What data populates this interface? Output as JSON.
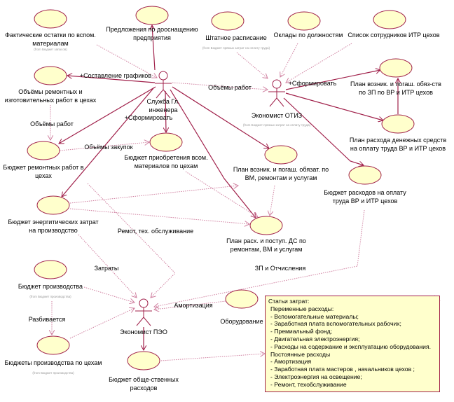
{
  "use_cases": {
    "fact_ostatki": {
      "line1": "Фактические остатки по вспом.",
      "line2": "материалам",
      "from": "(from Бюджет запасов)"
    },
    "predlozheniya": {
      "line1": "Предложения по дооснащению",
      "line2": "предприятия"
    },
    "shtatnoe": {
      "line1": "Штатное расписание",
      "from": "(from Бюджет прямых затрат на оплату труда)"
    },
    "oklady": {
      "line1": "Оклады по должностям"
    },
    "spisok": {
      "line1": "Список сотрудников ИТР цехов"
    },
    "obemy_remont": {
      "line1": "Объёмы ремонтных и",
      "line2": "изготовительных работ в цехах"
    },
    "plan_zp": {
      "line1": "План возник. и погаш. обяз-ств",
      "line2": "по ЗП по ВР и ИТР цехов"
    },
    "plan_rashoda_ds": {
      "line1": "План расхода денежных средств",
      "line2": "на оплату труда ВР и ИТР цехов"
    },
    "budget_remont": {
      "line1": "Бюджет ремонтных работ в",
      "line2": "цехах"
    },
    "budget_priobr": {
      "line1": "Бюджет приобретения всом.",
      "line2": "материалов по цехам"
    },
    "plan_vm": {
      "line1": "План возник. и погаш. обязат. по",
      "line2": "ВМ, ремонтам и услугам"
    },
    "budget_oplata": {
      "line1": "Бюджет расходов на оплату",
      "line2": "труда ВР и ИТР цехов"
    },
    "budget_energ": {
      "line1": "Бюджет энергитических затрат",
      "line2": "на производство"
    },
    "plan_ds": {
      "line1": "План расх. и поступ. ДС по",
      "line2": "ремонтам, ВМ и услугам"
    },
    "budget_proizv": {
      "line1": "Бюджет производства",
      "from": "(from Бюджет производства)"
    },
    "oborudovanie": {
      "line1": "Оборудование"
    },
    "budgety_ceh": {
      "line1": "Бюджеты производства по цехам",
      "from": "(from Бюджет производства)"
    },
    "budget_obsh": {
      "line1": "Бюджет обще-ственных",
      "line2": "расходов"
    }
  },
  "actors": {
    "gl_inzh": {
      "line1": "Служба Гл.",
      "line2": "инженера"
    },
    "otiz": {
      "line1": "Экономист ОТИЗ",
      "from": "(from Бюджет прямых затрат на оплату труда)"
    },
    "peo": {
      "line1": "Экономист ПЭО"
    }
  },
  "edge_labels": {
    "sostavlenie": "+Составление графиков",
    "obemy_rabot_1": "Объёмы работ",
    "sformirovat_1": "+Сформировать",
    "sformirovat_2": "+Сформировать",
    "obemy_rabot_2": "Объёмы работ",
    "obemy_zakupok": "Объёмы закупок",
    "remont_to": "Ремот, тех. обслуживание",
    "zatraty": "Затраты",
    "zp_otchisl": "ЗП и Отчисления",
    "razbivaetsya": "Разбивается",
    "amortizaciya": "Амортизация"
  },
  "note": {
    "title": "Статьи затрат:",
    "lines": [
      "Переменные расходы:",
      " - Вспомогательные материалы;",
      " - Заработная плата вспомогательных рабочих;",
      " - Премиальный фонд;",
      " - Двигательная электроэнергия;",
      " - Расходы на содержание и эксплуатацию оборудования.",
      "Постоянные расходы",
      " - Амортизация",
      " - Заработная плата мастеров , начальников цехов ;",
      " - Электроэнергия на освещение;",
      " - Ремонт, техобслуживание"
    ]
  },
  "colors": {
    "line": "#a0204a",
    "dependency": "#d080a0",
    "fill": "#ffffcc"
  }
}
